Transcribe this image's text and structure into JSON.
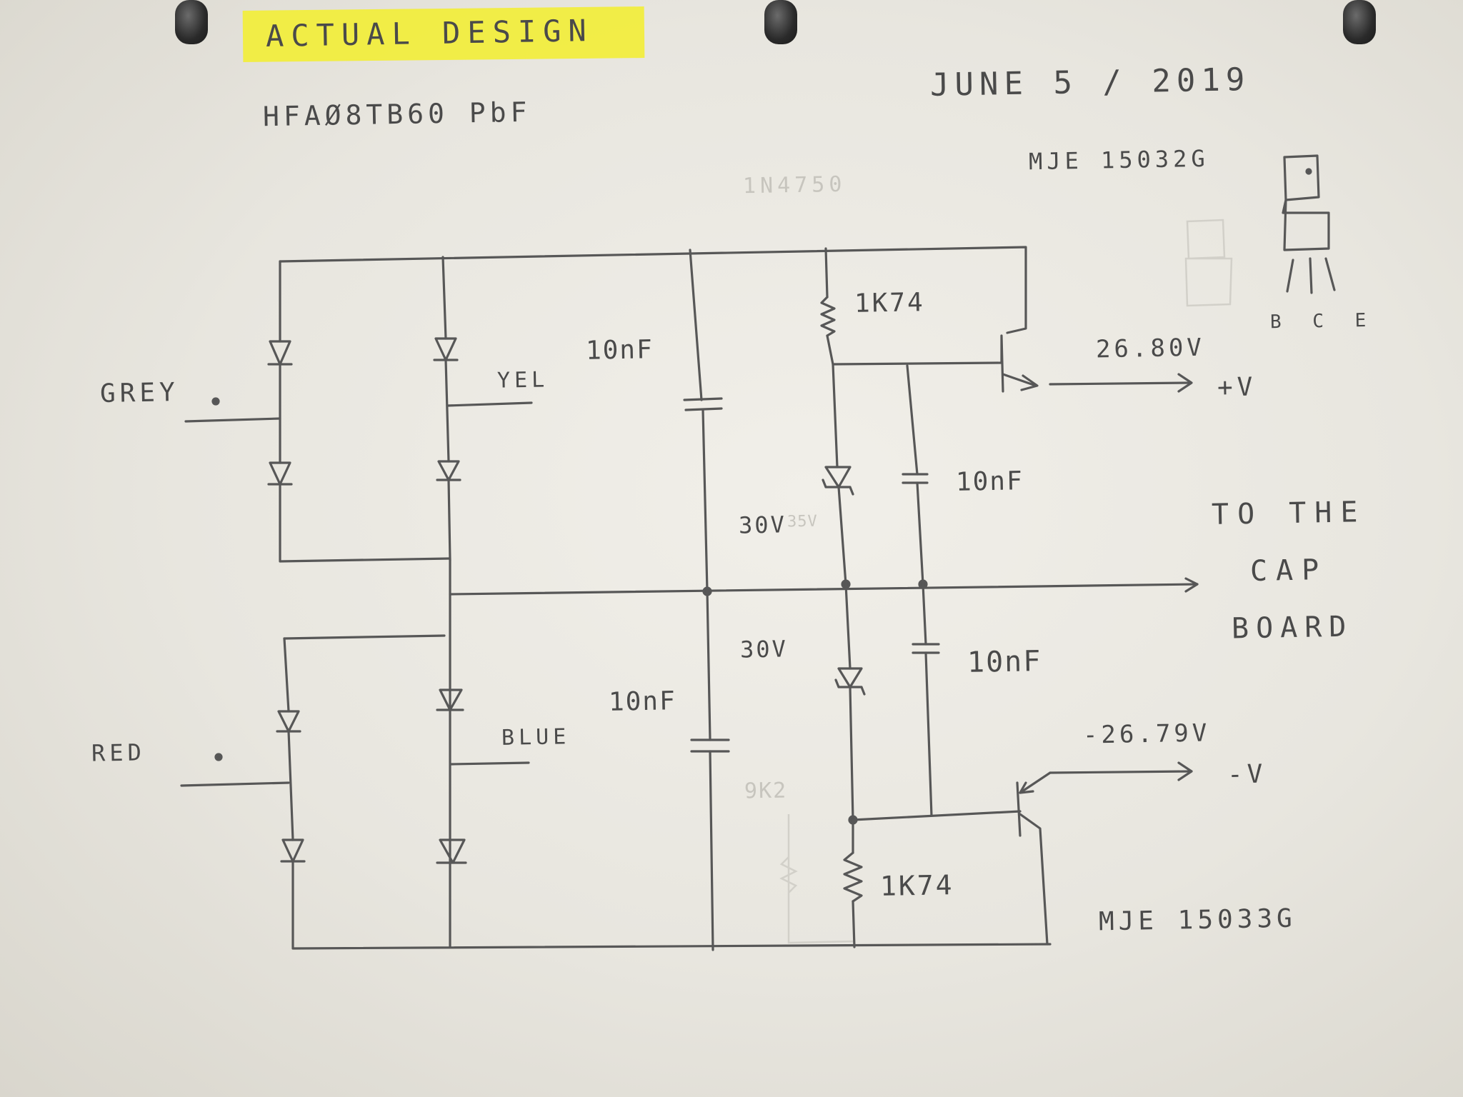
{
  "header": {
    "title": "ACTUAL DESIGN",
    "part_number": "HFAØ8TB60 PbF",
    "date": "JUNE 5 / 2019",
    "faint_part": "1N4750"
  },
  "transistors": {
    "top": "MJE 15032G",
    "bottom": "MJE 15033G",
    "pinout": "B C E"
  },
  "inputs": {
    "grey": "GREY",
    "yel": "YEL",
    "red": "RED",
    "blue": "BLUE"
  },
  "components": {
    "cap_top": "10nF",
    "cap_bottom": "10nF",
    "cap_right_upper": "10nF",
    "cap_right_lower": "10nF",
    "res_top": "1K74",
    "res_bottom": "1K74",
    "res_faint": "9K2",
    "zener_top": "30V",
    "zener_top_faint": "35V",
    "zener_bottom": "30V"
  },
  "outputs": {
    "positive_voltage": "26.80V",
    "positive_label": "+V",
    "negative_voltage": "-26.79V",
    "negative_label": "-V",
    "cap_board_line1": "TO THE",
    "cap_board_line2": "CAP",
    "cap_board_line3": "BOARD"
  },
  "colors": {
    "pencil": "#555555",
    "highlighter": "#f2ee3a",
    "paper": "#ecebe5"
  }
}
